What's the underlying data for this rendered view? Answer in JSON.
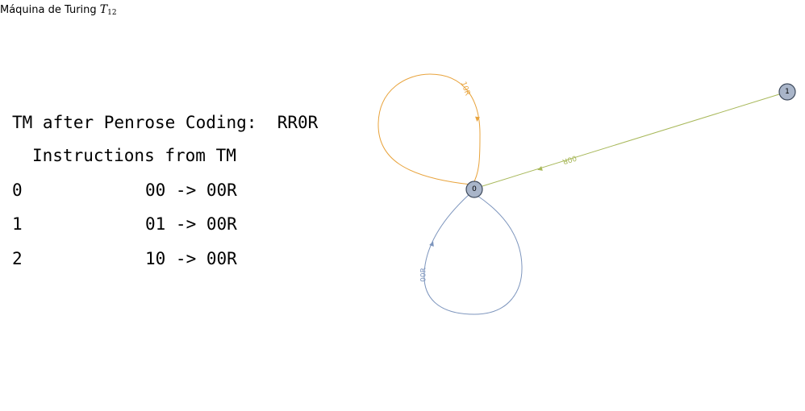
{
  "header": {
    "title_prefix": "Máquina de Turing ",
    "title_math_base": "T",
    "title_math_sub": "12"
  },
  "coding": {
    "label": "TM after Penrose Coding:",
    "value": "RR0R"
  },
  "instructions": {
    "heading": "Instructions from TM",
    "rows": [
      {
        "index": "0",
        "rule": "00 -> 00R"
      },
      {
        "index": "1",
        "rule": "01 -> 00R"
      },
      {
        "index": "2",
        "rule": "10 -> 00R"
      }
    ]
  },
  "graph": {
    "nodes": [
      {
        "id": "0",
        "label": "0"
      },
      {
        "id": "1",
        "label": "1"
      }
    ],
    "edges": [
      {
        "from": "0",
        "to": "0",
        "label": "10R",
        "color": "#e8a33c"
      },
      {
        "from": "0",
        "to": "0",
        "label": "00R",
        "color": "#7d95bd"
      },
      {
        "from": "1",
        "to": "0",
        "label": "00R",
        "color": "#a8b85a"
      }
    ],
    "node_fill": "#a9b5c9",
    "node_stroke": "#3e4a5c"
  }
}
